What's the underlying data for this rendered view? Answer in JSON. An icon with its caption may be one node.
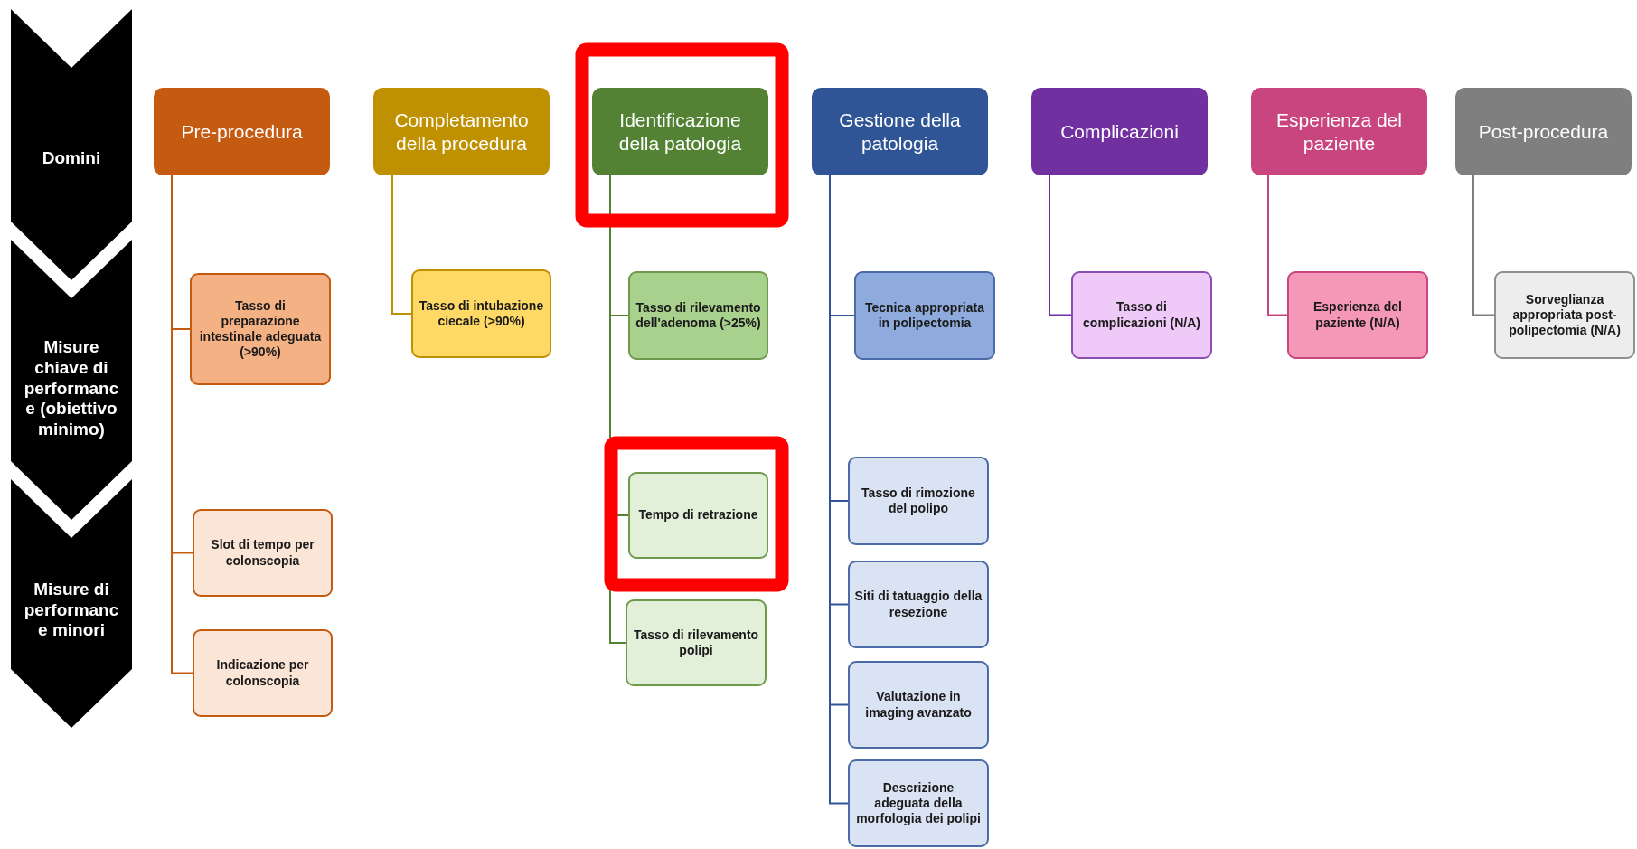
{
  "diagram": {
    "nodes": [
      {
        "text": [
          "Domini"
        ]
      },
      {
        "text": [
          "Misure chiave di performanc e (obiettivo minimo)"
        ]
      },
      {
        "text": [
          "Misure di performanc e minori"
        ]
      },
      {
        "text": [
          "Pre-procedura"
        ]
      },
      {
        "text": [
          "Completamento della procedura"
        ]
      },
      {
        "text": [
          "Identificazione della patologia"
        ]
      },
      {
        "text": [
          "Gestione della patologia"
        ]
      },
      {
        "text": [
          "Complicazioni"
        ]
      },
      {
        "text": [
          "Esperienza del paziente"
        ]
      },
      {
        "text": [
          "Post-procedura"
        ]
      },
      {
        "text": [
          "Tasso di preparazione intestinale adeguata (>90%)"
        ]
      },
      {
        "text": [
          "Slot di tempo per colonscopia"
        ]
      },
      {
        "text": [
          "Indicazione per colonscopia"
        ]
      },
      {
        "text": [
          "Tasso di intubazione ciecale (>90%)"
        ]
      },
      {
        "text": [
          "Tasso di rilevamento dell'adenoma (>25%)"
        ]
      },
      {
        "text": [
          "Tempo di retrazione"
        ]
      },
      {
        "text": [
          "Tasso di rilevamento polipi"
        ]
      },
      {
        "text": [
          "Tecnica appropriata in polipectomia"
        ]
      },
      {
        "text": [
          "Tasso di rimozione del polipo"
        ]
      },
      {
        "text": [
          "Siti di tatuaggio della resezione"
        ]
      },
      {
        "text": [
          "Valutazione in imaging avanzato"
        ]
      },
      {
        "text": [
          "Descrizione adeguata della morfologia dei polipi"
        ]
      },
      {
        "text": [
          "Tasso di complicazioni (N/A)"
        ]
      },
      {
        "text": [
          "Esperienza del paziente (N/A)"
        ]
      },
      {
        "text": [
          "Sorveglianza appropriata post-polipectomia (N/A)"
        ]
      }
    ],
    "edges": [
      {
        "from": 3,
        "to": 10,
        "arrow": "none",
        "color": "#c55a11"
      },
      {
        "from": 3,
        "to": 11,
        "arrow": "none",
        "color": "#c55a11"
      },
      {
        "from": 3,
        "to": 12,
        "arrow": "none",
        "color": "#c55a11"
      },
      {
        "from": 4,
        "to": 13,
        "arrow": "none",
        "color": "#bf9000"
      },
      {
        "from": 5,
        "to": 14,
        "arrow": "none",
        "color": "#548235"
      },
      {
        "from": 5,
        "to": 15,
        "arrow": "none",
        "color": "#548235"
      },
      {
        "from": 5,
        "to": 16,
        "arrow": "none",
        "color": "#548235"
      },
      {
        "from": 6,
        "to": 17,
        "arrow": "none",
        "color": "#2f5597"
      },
      {
        "from": 6,
        "to": 18,
        "arrow": "none",
        "color": "#2f5597"
      },
      {
        "from": 6,
        "to": 19,
        "arrow": "none",
        "color": "#2f5597"
      },
      {
        "from": 6,
        "to": 20,
        "arrow": "none",
        "color": "#2f5597"
      },
      {
        "from": 6,
        "to": 21,
        "arrow": "none",
        "color": "#2f5597"
      },
      {
        "from": 7,
        "to": 22,
        "arrow": "none",
        "color": "#7030a0"
      },
      {
        "from": 8,
        "to": 23,
        "arrow": "none",
        "color": "#c9457f"
      },
      {
        "from": 9,
        "to": 24,
        "arrow": "none",
        "color": "#7f7f7f"
      }
    ]
  }
}
